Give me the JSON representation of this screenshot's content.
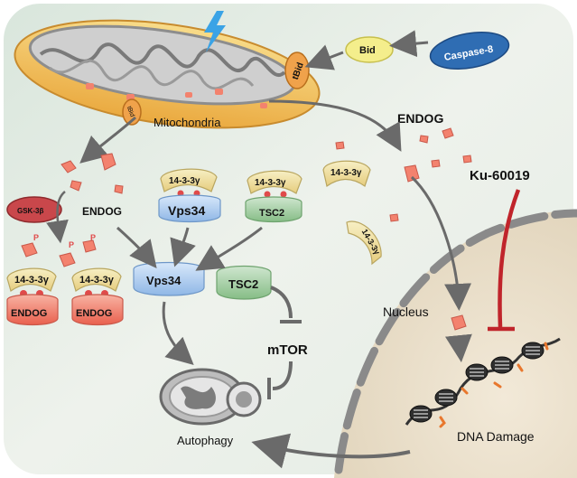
{
  "labels": {
    "mitochondria": "Mitochondria",
    "bid": "Bid",
    "tbid": "tBid",
    "tbid_small": "tBid",
    "caspase8": "Caspase-8",
    "endog_main": "ENDOG",
    "endog_left": "ENDOG",
    "gsk3b": "GSK-3β",
    "p": "P",
    "protein_1433": "14-3-3γ",
    "vps34": "Vps34",
    "tsc2": "TSC2",
    "mtor": "mTOR",
    "ku60019": "Ku-60019",
    "nucleus": "Nucleus",
    "dna_damage": "DNA Damage",
    "autophagy": "Autophagy",
    "endog_protein": "ENDOG"
  },
  "colors": {
    "background": "#e8efe8",
    "mitochondria_outer": "#f3c668",
    "mitochondria_inner": "#a9a9a9",
    "bid": "#f4ee8c",
    "tbid": "#f0a24b",
    "caspase8": "#2f6db3",
    "endog_fragment": "#f3826e",
    "gsk3b": "#c9474b",
    "phospho": "#e04a4a",
    "protein_1433": "#f1e2a5",
    "vps34": "#b9d3f2",
    "tsc2": "#a6d1a6",
    "nucleus": "#ece2cf",
    "inhibitor": "#c0242b",
    "arrow": "#6a6a6a",
    "dna": "#333333",
    "dna_marker": "#e8772d"
  },
  "icons": {
    "lightning": "lightning-icon",
    "autophagosome": "autophagosome-icon",
    "dna": "dna-nucleosome-icon"
  }
}
